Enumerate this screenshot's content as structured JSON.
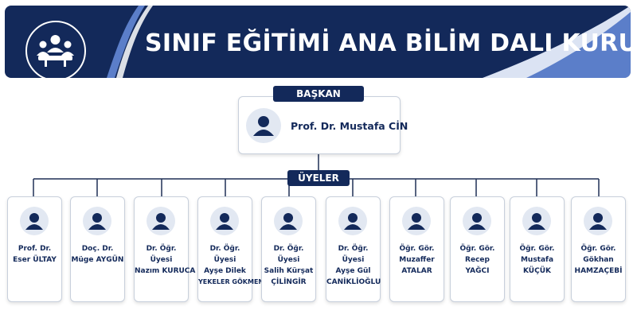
{
  "header": {
    "title": "SINIF EĞİTİMİ ANA BİLİM DALI KURULU",
    "logo_icon": "meeting-group-icon"
  },
  "chair": {
    "label": "BAŞKAN",
    "name": "Prof. Dr. Mustafa CİN",
    "icon": "person-icon"
  },
  "members_label": "ÜYELER",
  "members": [
    {
      "lines": [
        "Prof. Dr.",
        "Eser ÜLTAY"
      ]
    },
    {
      "lines": [
        "Doç. Dr.",
        "Müge AYGÜN"
      ]
    },
    {
      "lines": [
        "Dr. Öğr.",
        "Üyesi",
        "Nazım KURUCA"
      ]
    },
    {
      "lines": [
        "Dr. Öğr.",
        "Üyesi",
        "Ayşe Dilek",
        "YEKELER GÖKMEN"
      ]
    },
    {
      "lines": [
        "Dr. Öğr.",
        "Üyesi",
        "Salih Kürşat",
        "ÇİLİNGİR"
      ]
    },
    {
      "lines": [
        "Dr. Öğr.",
        "Üyesi",
        "Ayşe Gül",
        "CANİKLİOĞLU"
      ]
    },
    {
      "lines": [
        "Öğr. Gör.",
        "Muzaffer",
        "ATALAR"
      ]
    },
    {
      "lines": [
        "Öğr. Gör.",
        "Recep",
        "YAĞCI"
      ]
    },
    {
      "lines": [
        "Öğr. Gör.",
        "Mustafa",
        "KÜÇÜK"
      ]
    },
    {
      "lines": [
        "Öğr. Gör.",
        "Gökhan",
        "HAMZAÇEBİ"
      ]
    }
  ],
  "colors": {
    "navy": "#13295a",
    "accent_blue": "#5b7ec9",
    "light_blue": "#dbe3f3",
    "avatar_bg": "#e2e8f2",
    "connector": "#1f2f55"
  }
}
